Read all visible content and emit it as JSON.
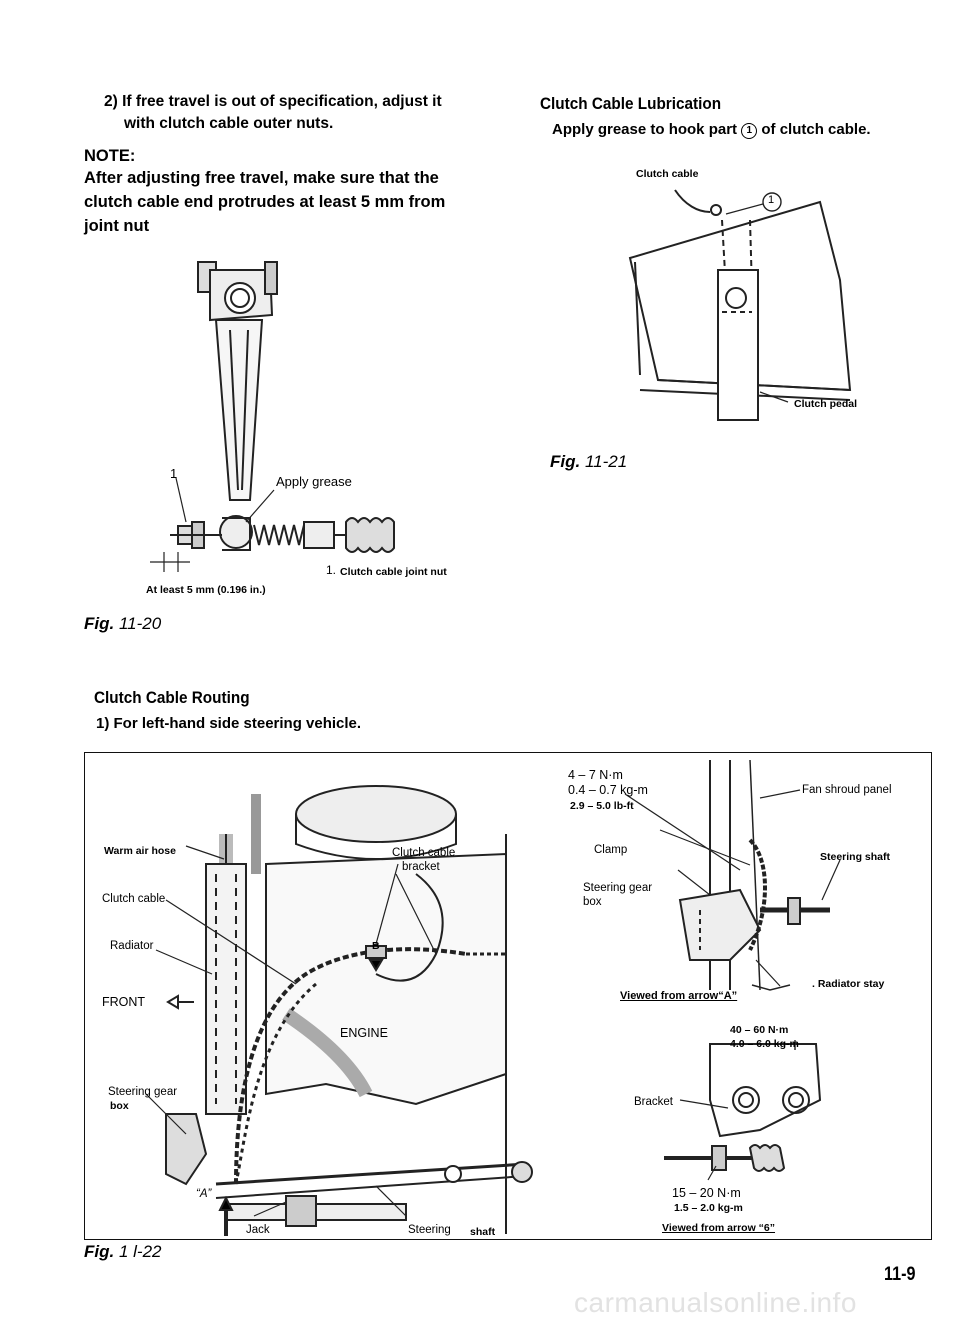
{
  "left": {
    "step2_line1": "2) If free travel is out of specification, adjust it",
    "step2_line2": "with clutch cable outer nuts.",
    "note_label": "NOTE:",
    "note_line1": "After adjusting free travel, make sure that the",
    "note_line2": "clutch cable end protrudes at least 5 mm from",
    "note_line3": "joint nut",
    "fig1120": {
      "callout": "1",
      "apply_grease": "Apply grease",
      "legend_num": "1.",
      "legend_text": "Clutch cable joint nut",
      "dimension": "At least 5 mm (0.196 in.)",
      "fig_prefix": "Fig.",
      "fig_num": "11-20"
    }
  },
  "right": {
    "heading": "Clutch Cable Lubrication",
    "instruction_pre": "Apply grease to hook part",
    "instruction_num": "1",
    "instruction_post": "of clutch cable.",
    "fig1121": {
      "clutch_cable": "Clutch cable",
      "callout": "1",
      "clutch_pedal": "Clutch pedal",
      "fig_prefix": "Fig.",
      "fig_num": "11-21"
    }
  },
  "routing": {
    "heading": "Clutch Cable Routing",
    "subheading": "1) For left-hand side steering vehicle.",
    "labels": {
      "warm_air_hose": "Warm air hose",
      "clutch_cable": "Clutch cable",
      "radiator": "Radiator",
      "front": "FRONT",
      "steering_gear": "Steering gear",
      "box": "box",
      "a_marker": "“A”",
      "jack": "Jack",
      "steering_shaft_1": "Steering",
      "steering_shaft_2": "shaft",
      "clutch_cable_bracket_1": "Clutch cable",
      "clutch_cable_bracket_2": "bracket",
      "b_marker": "B",
      "engine": "ENGINE"
    },
    "detail_a": {
      "torque1": "4 – 7 N·m",
      "torque2": "0.4 – 0.7 kg-m",
      "torque3": "2.9 – 5.0 lb-ft",
      "fan_shroud": "Fan shroud panel",
      "clamp": "Clamp",
      "steering_shaft": "Steering shaft",
      "steering_gear_box_1": "Steering gear",
      "steering_gear_box_2": "box",
      "radiator_stay": ". Radiator stay",
      "viewed": "Viewed from arrow“A”"
    },
    "detail_b": {
      "torque1": "40 – 60 N·m",
      "torque2": "4.0 – 6.0 kg-m",
      "bracket": "Bracket",
      "torque3": "15 – 20 N·m",
      "torque4": "1.5 – 2.0 kg-m",
      "viewed": "Viewed from arrow “6”"
    },
    "fig_prefix": "Fig.",
    "fig_num": "1 l-22"
  },
  "page_number": "11-9",
  "watermark": "carmanualsonline.info"
}
